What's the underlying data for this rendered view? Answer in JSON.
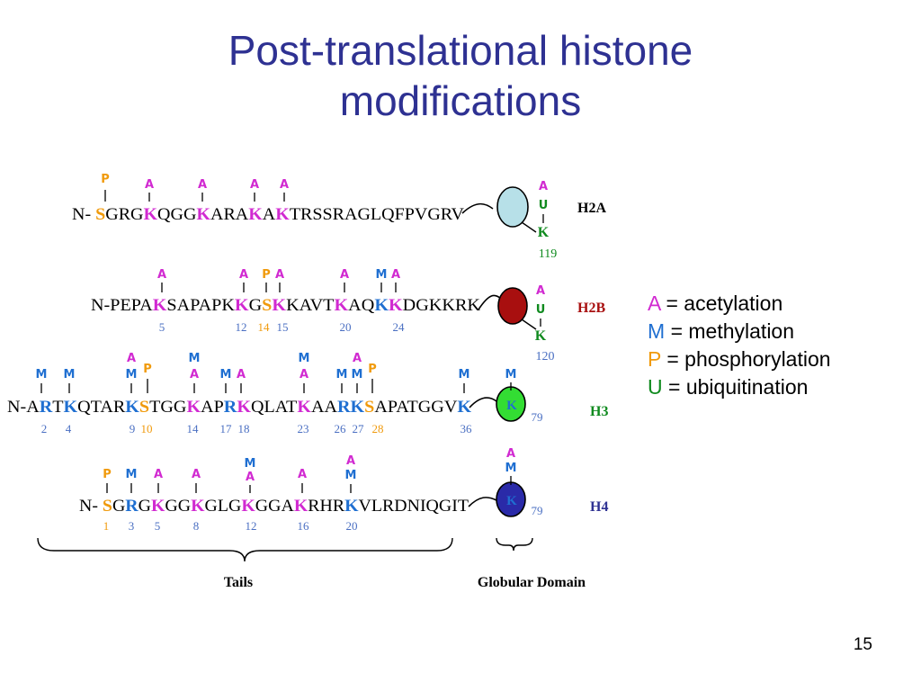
{
  "slide": {
    "title_line1": "Post-translational histone",
    "title_line2": "modifications",
    "slide_number": "15"
  },
  "legend": [
    {
      "code": "A",
      "text": "acetylation",
      "color": "#d12ad1"
    },
    {
      "code": "M",
      "text": "methylation",
      "color": "#1f6fd1"
    },
    {
      "code": "P",
      "text": "phosphorylation",
      "color": "#f09a0c"
    },
    {
      "code": "U",
      "text": "ubiquitination",
      "color": "#0f8a1e"
    }
  ],
  "colors": {
    "acetylation": "#d12ad1",
    "methylation": "#1f6fd1",
    "phosphorylation": "#f09a0c",
    "ubiquitination": "#0f8a1e",
    "position_number_blue": "#4a6fc2",
    "position_number_orange": "#f09a0c",
    "h2a_domain": "#b7e0e8",
    "h2b_domain": "#a80f0f",
    "h3_domain": "#33dd33",
    "h4_domain": "#2a2aa8"
  },
  "histones": [
    {
      "name": "H2A",
      "name_color": "#000000",
      "sequence": "N- SGRGKQGGKARAKAKTRSSRAGLQFPVGRV",
      "marks": [
        {
          "residue": "S",
          "mods": [
            "P"
          ],
          "number": ""
        },
        {
          "residue": "K",
          "mods": [
            "A"
          ],
          "number": ""
        },
        {
          "residue": "K",
          "mods": [
            "A"
          ],
          "number": ""
        },
        {
          "residue": "K",
          "mods": [
            "A"
          ],
          "number": ""
        },
        {
          "residue": "K",
          "mods": [
            "A"
          ],
          "number": ""
        }
      ],
      "globular_mark": {
        "mods": [
          "A",
          "U"
        ],
        "residue": "K",
        "number": "119",
        "residue_color": "#0f8a1e",
        "inside": false
      }
    },
    {
      "name": "H2B",
      "name_color": "#a80f0f",
      "sequence": "N-PEPAKSAPAPKKGSKKAVTKAQKKDGKKRK",
      "marks": [
        {
          "residue": "K",
          "mods": [
            "A"
          ],
          "number": "5"
        },
        {
          "residue": "K",
          "mods": [
            "A"
          ],
          "number": "12"
        },
        {
          "residue": "S",
          "mods": [
            "P"
          ],
          "number": "14"
        },
        {
          "residue": "K",
          "mods": [
            "A"
          ],
          "number": "15"
        },
        {
          "residue": "K",
          "mods": [
            "A"
          ],
          "number": "20"
        },
        {
          "residue": "K",
          "mods": [
            "M"
          ],
          "number": ""
        },
        {
          "residue": "K",
          "mods": [
            "A"
          ],
          "number": "24"
        }
      ],
      "globular_mark": {
        "mods": [
          "A",
          "U"
        ],
        "residue": "K",
        "number": "120",
        "residue_color": "#0f8a1e",
        "inside": false
      }
    },
    {
      "name": "H3",
      "name_color": "#0f8a1e",
      "sequence": "N-ARTKQTARKSTGGKAPRKQLATKAARKSAPATGGVK",
      "marks": [
        {
          "residue": "R",
          "mods": [
            "M"
          ],
          "number": "2"
        },
        {
          "residue": "K",
          "mods": [
            "M"
          ],
          "number": "4"
        },
        {
          "residue": "K",
          "mods": [
            "A",
            "M"
          ],
          "number": "9"
        },
        {
          "residue": "S",
          "mods": [
            "P"
          ],
          "number": "10"
        },
        {
          "residue": "K",
          "mods": [
            "M",
            "A"
          ],
          "number": "14"
        },
        {
          "residue": "R",
          "mods": [
            "M"
          ],
          "number": "17"
        },
        {
          "residue": "K",
          "mods": [
            "A"
          ],
          "number": "18"
        },
        {
          "residue": "K",
          "mods": [
            "M",
            "A"
          ],
          "number": "23"
        },
        {
          "residue": "R",
          "mods": [
            "M"
          ],
          "number": "26"
        },
        {
          "residue": "K",
          "mods": [
            "A",
            "M"
          ],
          "number": "27"
        },
        {
          "residue": "S",
          "mods": [
            "P"
          ],
          "number": "28"
        },
        {
          "residue": "K",
          "mods": [
            "M"
          ],
          "number": "36"
        }
      ],
      "globular_mark": {
        "mods": [
          "M"
        ],
        "residue": "K",
        "number": "79",
        "residue_color": "#1f6fd1",
        "inside": true
      }
    },
    {
      "name": "H4",
      "name_color": "#2e3192",
      "sequence": "N- SGRGKGGKGLGKGGAKRHRKVLRDNIQGIT",
      "marks": [
        {
          "residue": "S",
          "mods": [
            "P"
          ],
          "number": "1"
        },
        {
          "residue": "R",
          "mods": [
            "M"
          ],
          "number": "3"
        },
        {
          "residue": "K",
          "mods": [
            "A"
          ],
          "number": "5"
        },
        {
          "residue": "K",
          "mods": [
            "A"
          ],
          "number": "8"
        },
        {
          "residue": "K",
          "mods": [
            "M",
            "A"
          ],
          "number": "12"
        },
        {
          "residue": "K",
          "mods": [
            "A"
          ],
          "number": "16"
        },
        {
          "residue": "K",
          "mods": [
            "A",
            "M"
          ],
          "number": "20"
        }
      ],
      "globular_mark": {
        "mods": [
          "A",
          "M"
        ],
        "residue": "K",
        "number": "79",
        "residue_color": "#1f6fd1",
        "inside": true
      }
    }
  ],
  "braces": {
    "tails_label": "Tails",
    "globular_label": "Globular Domain"
  }
}
